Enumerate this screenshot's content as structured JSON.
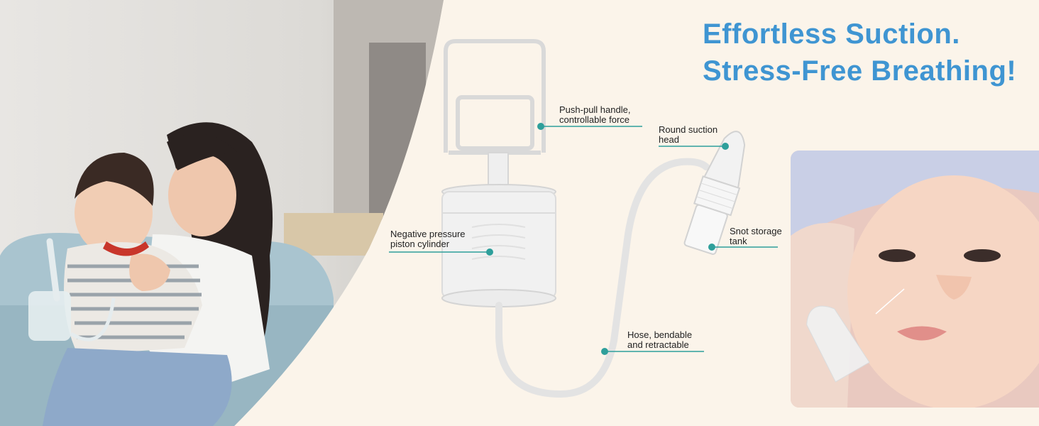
{
  "headline": {
    "line1": "Effortless Suction.",
    "line2": "Stress-Free Breathing!"
  },
  "callouts": {
    "handle": {
      "line1": "Push-pull handle,",
      "line2": "controllable force"
    },
    "suction_head": {
      "line1": "Round suction",
      "line2": "head"
    },
    "cylinder": {
      "line1": "Negative pressure",
      "line2": "piston cylinder"
    },
    "tank": {
      "line1": "Snot storage",
      "line2": "tank"
    },
    "hose": {
      "line1": "Hose, bendable",
      "line2": "and retractable"
    }
  },
  "colors": {
    "accent": "#3f95d2",
    "callout_dot": "#2e9f9b",
    "background": "#fbf4ea"
  }
}
